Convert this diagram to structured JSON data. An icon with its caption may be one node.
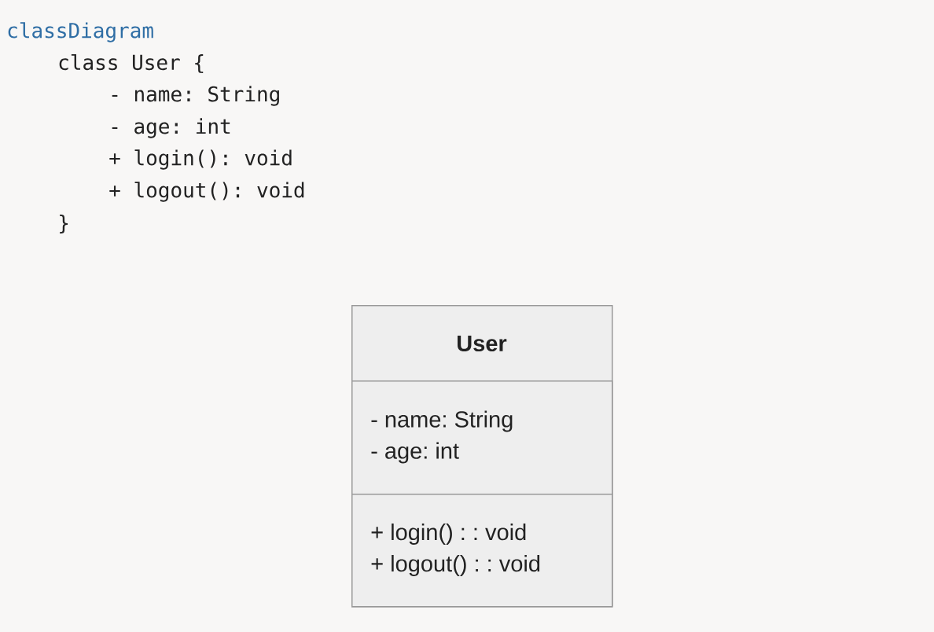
{
  "diagram": {
    "nodes": [
      {
        "text": [
          "User"
        ]
      },
      {
        "text": [
          "- name: String",
          "- age: int"
        ],
        "in": 0
      },
      {
        "text": [
          "+ login() : : void",
          "+ logout() : : void"
        ],
        "in": 0
      }
    ],
    "labels": [
      "classDiagram",
      "class User {",
      "- name: String",
      "- age: int",
      "+ login(): void",
      "+ logout(): void",
      "}"
    ]
  }
}
